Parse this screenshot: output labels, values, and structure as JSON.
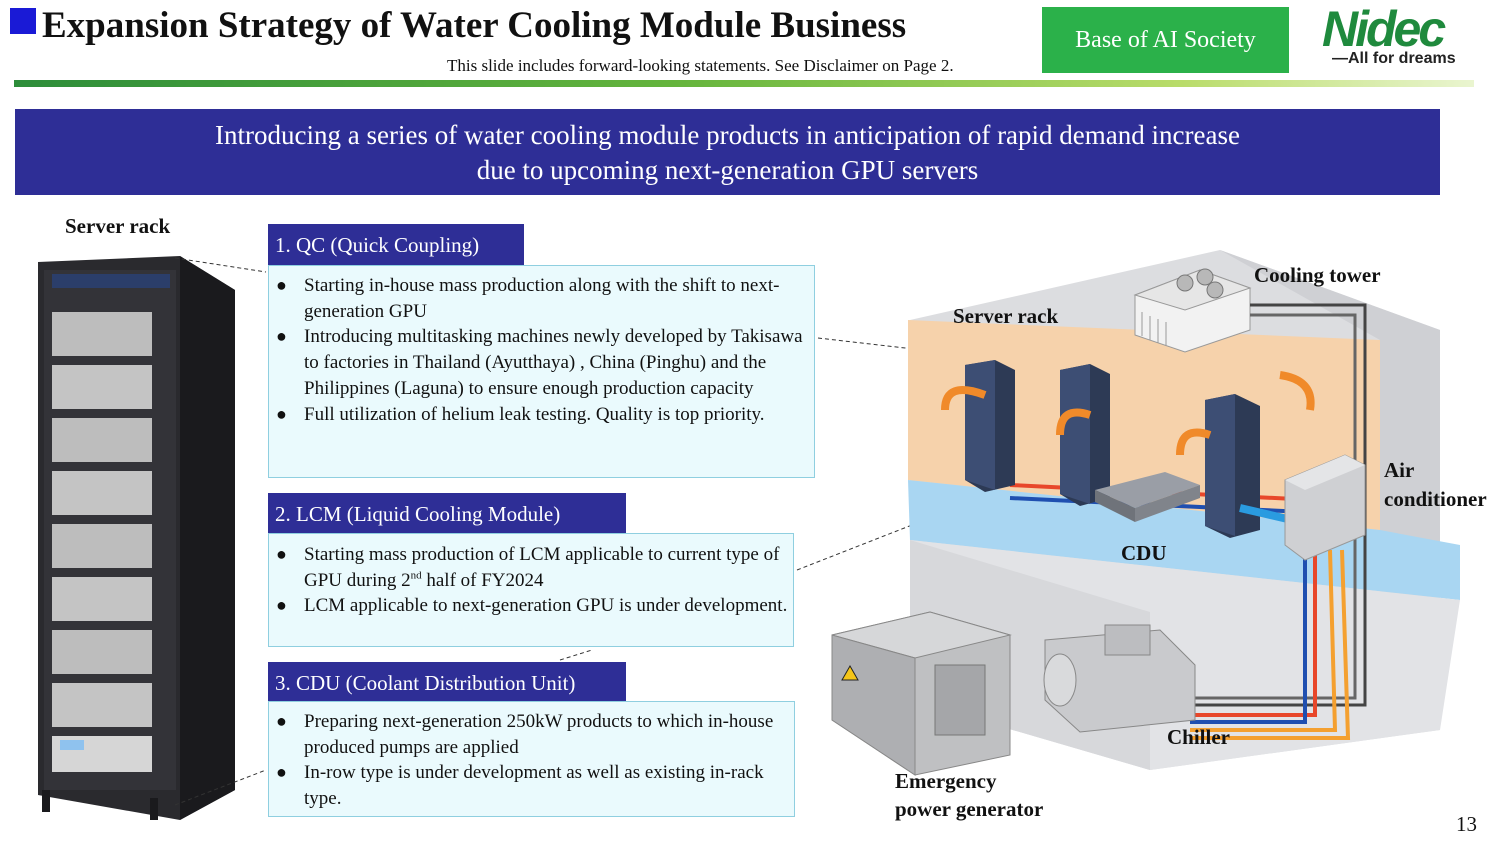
{
  "header": {
    "title": "Expansion Strategy of Water Cooling Module Business",
    "disclaimer": "This slide includes forward-looking statements. See Disclaimer on Page 2.",
    "badge": "Base of AI Society",
    "logo_word": "Nidec",
    "logo_tagline": "All for dreams"
  },
  "banner": {
    "line1": "Introducing a series of water cooling module products in anticipation of rapid demand increase",
    "line2": "due to upcoming next-generation GPU servers"
  },
  "left_label": "Server rack",
  "sections": [
    {
      "heading": "1. QC (Quick Coupling)",
      "bullets": [
        "Starting in-house mass production along with the shift to next-generation GPU",
        "Introducing multitasking machines newly developed by Takisawa to factories in Thailand (Ayutthaya) , China (Pinghu) and the Philippines (Laguna) to ensure enough production capacity",
        "Full utilization of helium leak testing. Quality is top priority."
      ]
    },
    {
      "heading": "2. LCM (Liquid Cooling Module)",
      "bullets": [
        "Starting mass production of LCM applicable to current type of GPU during 2",
        "nd",
        " half of FY2024",
        "LCM applicable to next-generation GPU is under development."
      ]
    },
    {
      "heading": "3. CDU (Coolant Distribution Unit)",
      "bullets": [
        "Preparing next-generation 250kW products to which in-house produced pumps are applied",
        "In-row type is under development as well as existing in-rack type."
      ]
    }
  ],
  "diagram_labels": {
    "cooling_tower": "Cooling tower",
    "server_rack": "Server rack",
    "air": "Air",
    "conditioner": "conditioner",
    "cdu": "CDU",
    "chiller": "Chiller",
    "generator_line1": "Emergency",
    "generator_line2": "power generator"
  },
  "page_number": "13",
  "colors": {
    "navy": "#2e2e96",
    "green_badge": "#2bb14a",
    "box_border": "#8fcfe0",
    "box_fill": "#eafafd",
    "pipe_red": "#e8472a",
    "pipe_blue": "#1f4fb0",
    "pipe_orange": "#f4a030"
  }
}
